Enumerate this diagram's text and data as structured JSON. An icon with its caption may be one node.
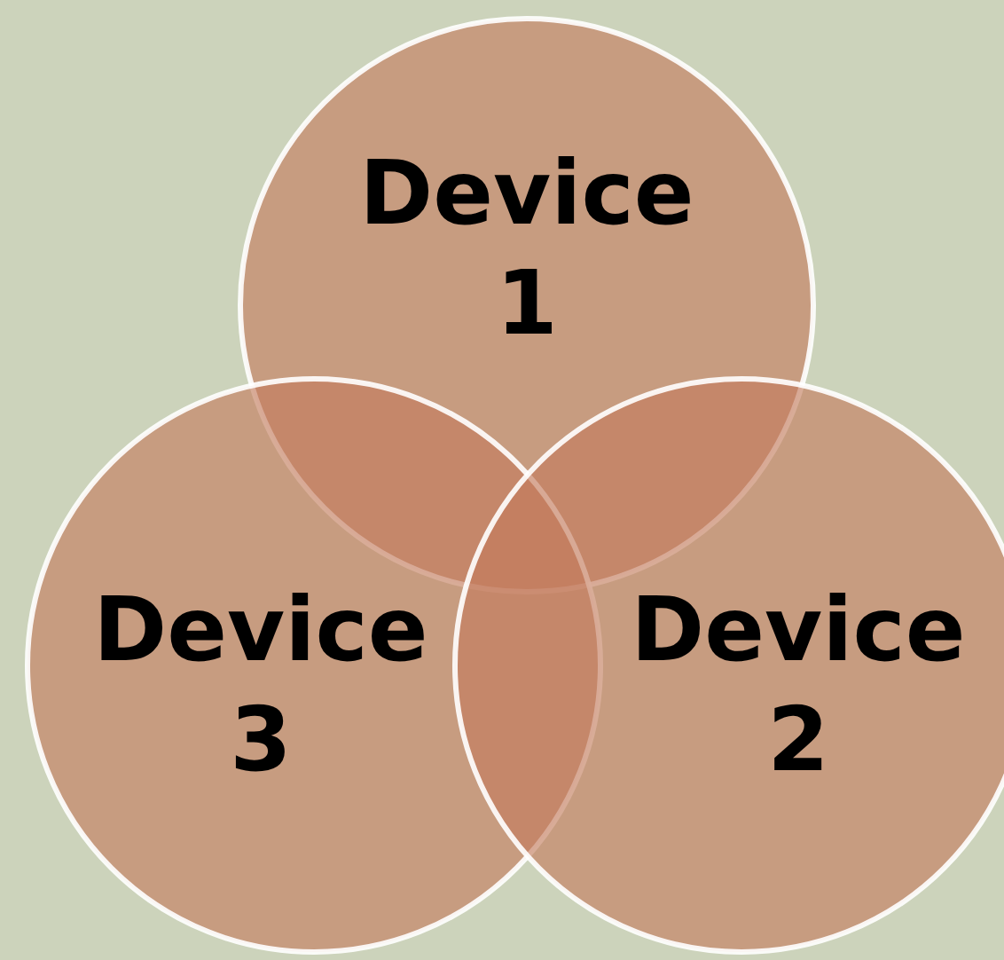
{
  "diagram": {
    "nodes": [
      {
        "text": [
          "Device 1"
        ]
      },
      {
        "text": [
          "Device 3"
        ]
      },
      {
        "text": [
          "Device 2"
        ]
      }
    ],
    "edges": []
  }
}
